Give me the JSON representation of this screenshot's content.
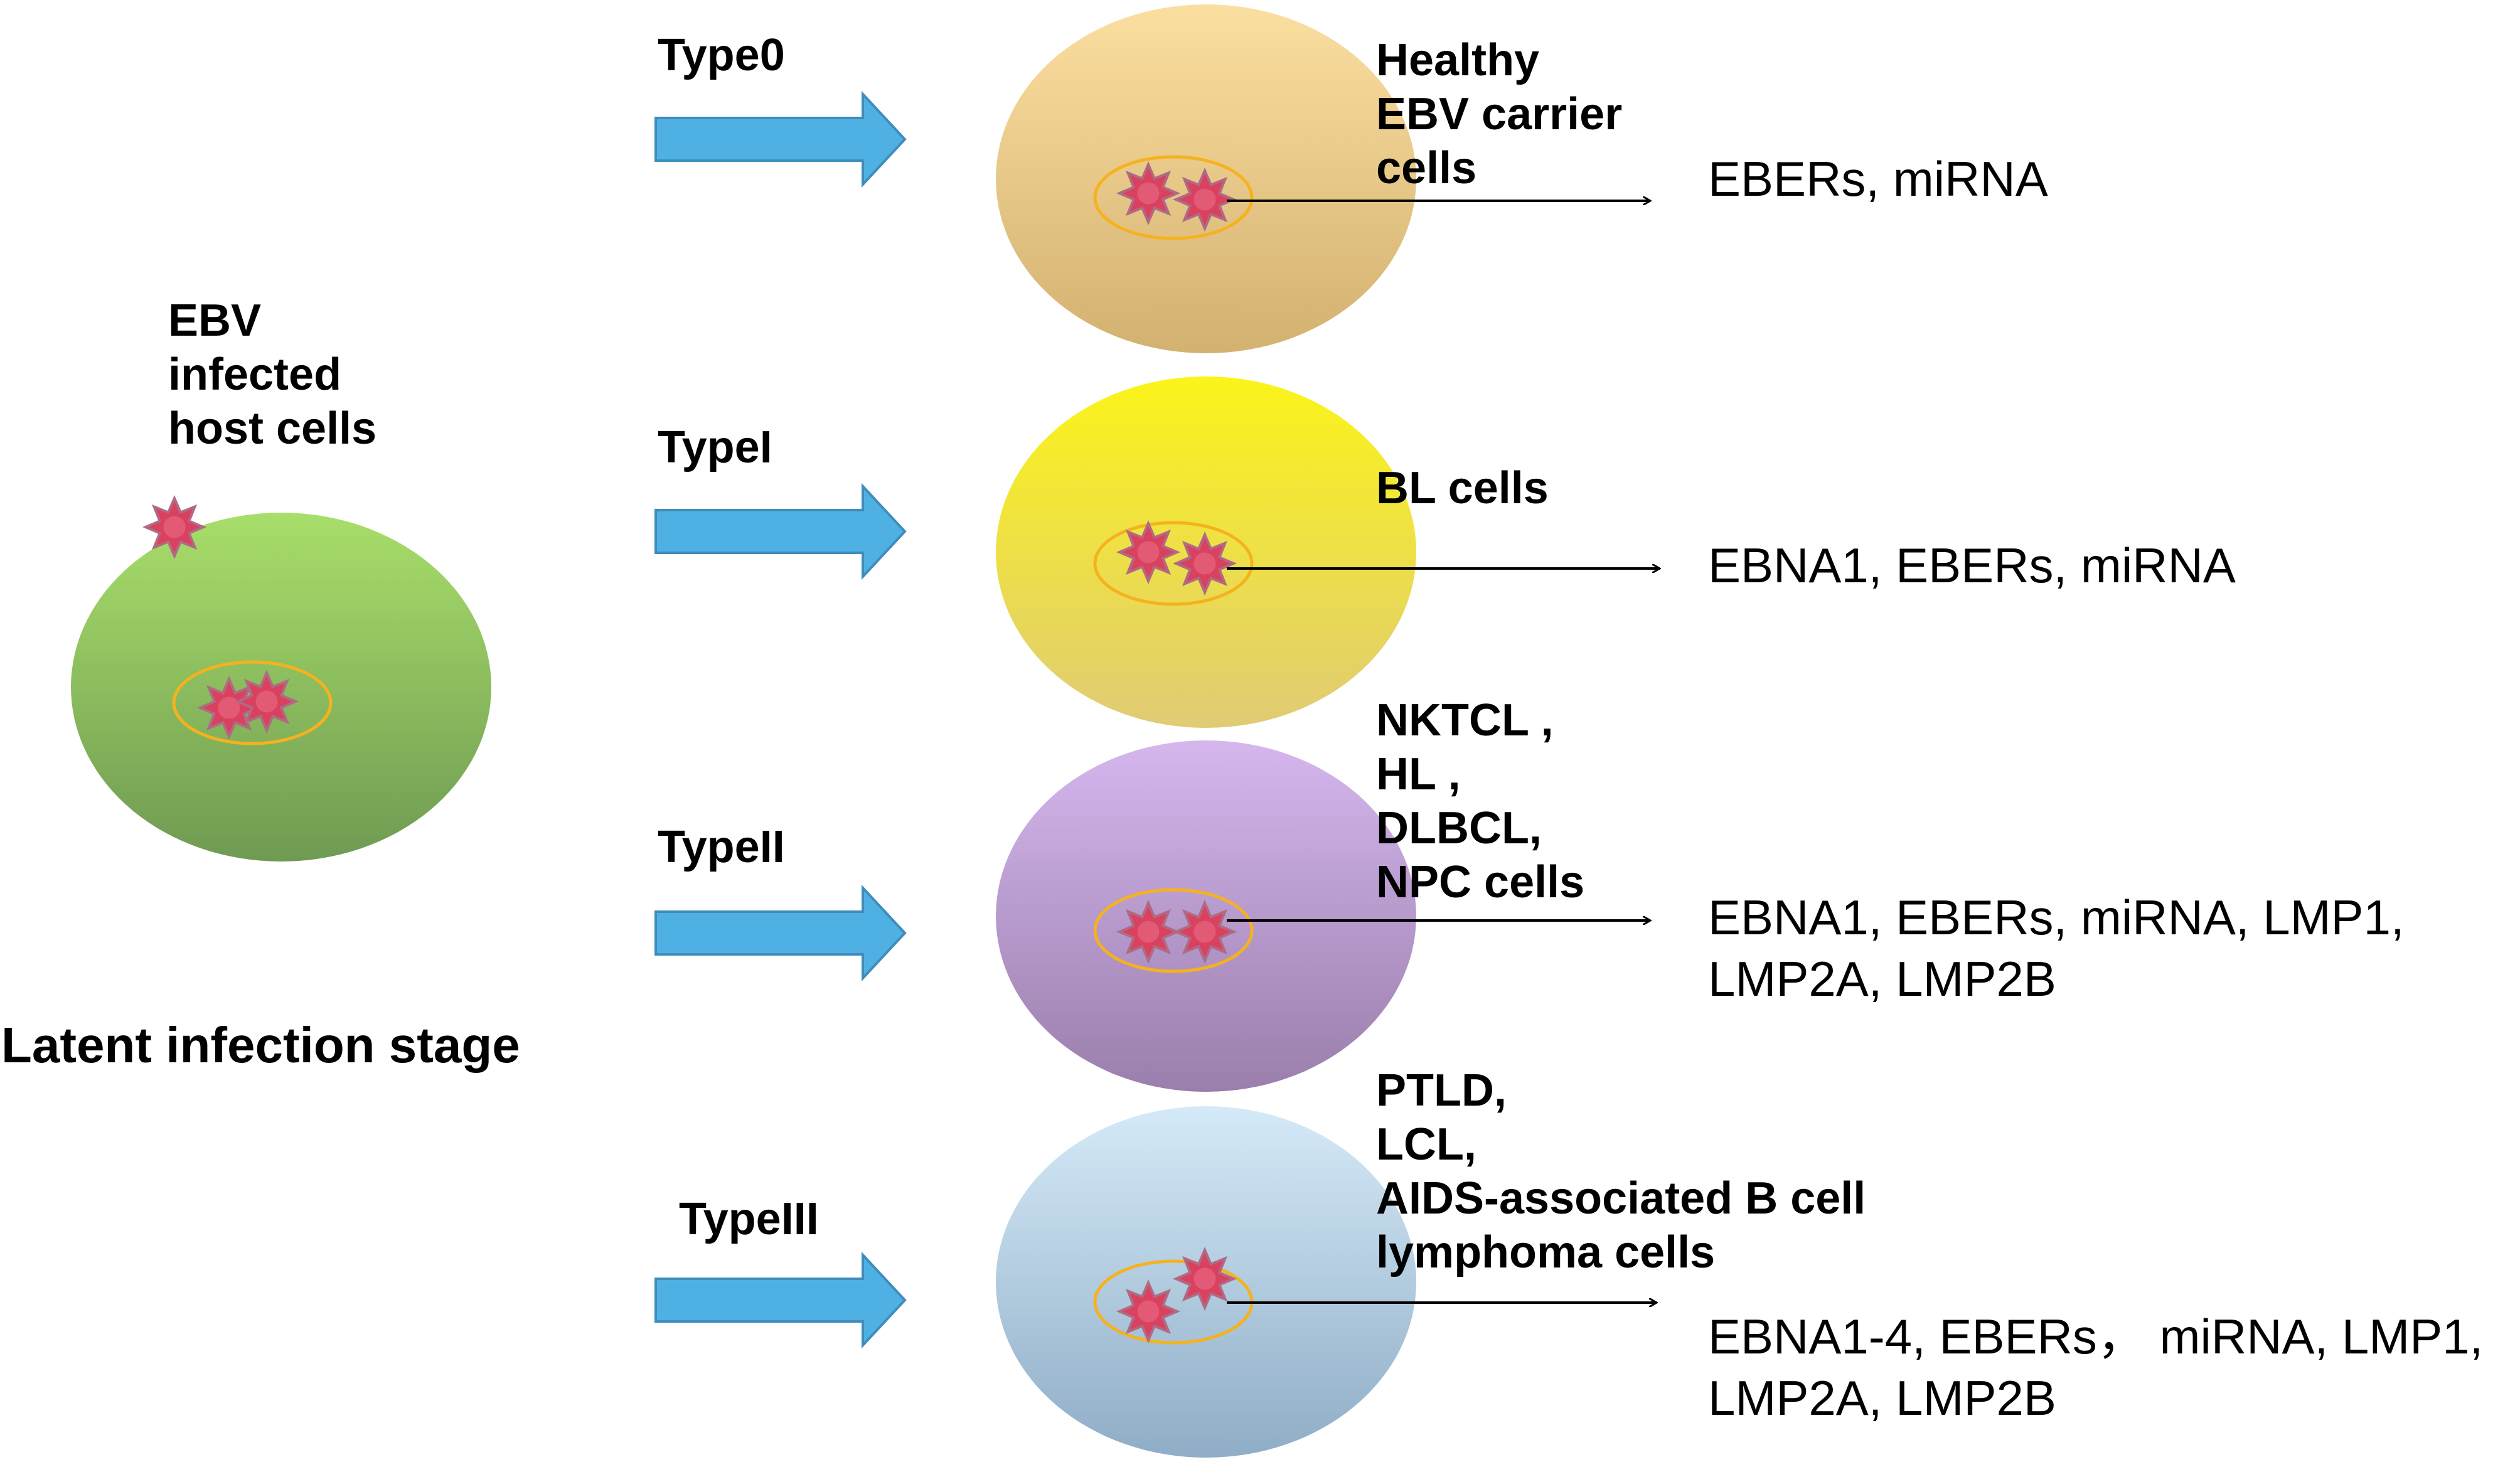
{
  "colors": {
    "background": "#ffffff",
    "host_cell": [
      "#a8de6a",
      "#6f9a52"
    ],
    "type0_cell": [
      "#fbdfa0",
      "#d3b170"
    ],
    "type1_cell": [
      "#fbf41a",
      "#e0cb74"
    ],
    "type2_cell": [
      "#d5b7ee",
      "#9a7eab"
    ],
    "type3_cell": [
      "#d5eaf8",
      "#8fadc6"
    ],
    "arrow_fill": "#4fb1e3",
    "arrow_stroke": "#3f8cbd",
    "nucleus_stroke": "#f5b21e",
    "virus_fill": "#d9415e",
    "virus_stroke": "#b06a84"
  },
  "host": {
    "label_lines": [
      "EBV",
      "infected",
      "host cells"
    ],
    "stage_title": "Latent infection stage"
  },
  "types": [
    {
      "type_label": "Type0",
      "cell_label_lines": [
        "Healthy",
        "EBV carrier",
        "cells"
      ],
      "product_lines": [
        "EBERs, miRNA"
      ],
      "cell_icon": "ebv-carrier-cell"
    },
    {
      "type_label": "TypeI",
      "cell_label_lines": [
        "BL cells"
      ],
      "product_lines": [
        "EBNA1, EBERs, miRNA"
      ],
      "cell_icon": "bl-cell"
    },
    {
      "type_label": "TypeII",
      "cell_label_lines": [
        "NKTCL ,",
        "HL ,",
        "DLBCL,",
        "NPC cells"
      ],
      "product_lines": [
        "EBNA1,  EBERs, miRNA, LMP1,",
        "LMP2A, LMP2B"
      ],
      "cell_icon": "nktcl-hl-dlbcl-npc-cell"
    },
    {
      "type_label": "TypeIII",
      "cell_label_lines": [
        "PTLD,",
        "LCL,",
        "AIDS-associated B cell",
        "lymphoma cells"
      ],
      "product_lines": [
        "EBNA1-4, EBERs， miRNA,  LMP1,",
        "LMP2A, LMP2B"
      ],
      "cell_icon": "ptld-lcl-aids-lymphoma-cell"
    }
  ],
  "icons": {
    "virus": "ebv-virion-icon",
    "arrow": "right-arrow-icon",
    "nucleus": "nucleus-icon"
  }
}
